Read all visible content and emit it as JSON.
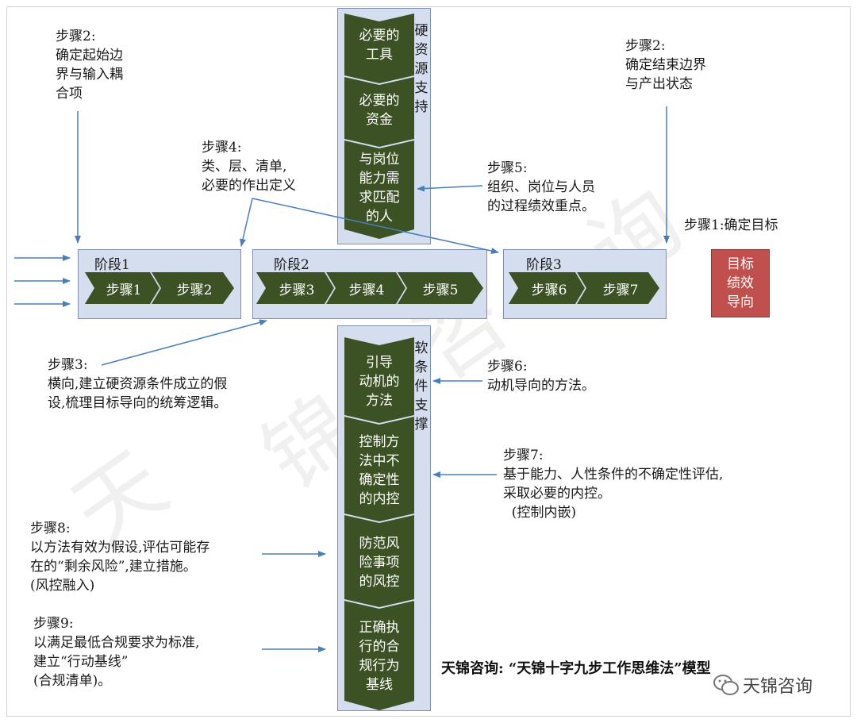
{
  "colors": {
    "panel": "#d4deee",
    "panel_border": "#7f8fb0",
    "chevron": "#3c5224",
    "goal": "#c0504d",
    "arrow": "#4a7ebb"
  },
  "top_panel": {
    "label": "硬资源支持",
    "items": [
      "必要的\n工具",
      "必要的\n资金",
      "与岗位\n能力需\n求匹配\n的人"
    ]
  },
  "bottom_panel": {
    "label": "软条件支撑",
    "items": [
      "引导\n动机的\n方法",
      "控制方\n法中不\n确定性\n的内控",
      "防范风\n险事项\n的风控",
      "正确执\n行的合\n规行为\n基线"
    ]
  },
  "stages": [
    {
      "title": "阶段1",
      "steps": [
        "步骤1",
        "步骤2"
      ]
    },
    {
      "title": "阶段2",
      "steps": [
        "步骤3",
        "步骤4",
        "步骤5"
      ]
    },
    {
      "title": "阶段3",
      "steps": [
        "步骤6",
        "步骤7"
      ]
    }
  ],
  "goal_box": "目标\n绩效\n导向",
  "notes": {
    "step2_start": "步骤2:\n确定起始边\n界与输入耦\n合项",
    "step2_end": "步骤2:\n确定结束边界\n与产出状态",
    "step4": "步骤4:\n类、层、清单,\n必要的作出定义",
    "step5": "步骤5:\n组织、岗位与人员\n的过程绩效重点。",
    "step1": "步骤1:确定目标",
    "step3": "步骤3:\n横向,建立硬资源条件成立的假\n设,梳理目标导向的统筹逻辑。",
    "step6": "步骤6:\n动机导向的方法。",
    "step7": "步骤7:\n基于能力、人性条件的不确定性评估,\n采取必要的内控。\n  (控制内嵌)",
    "step8": "步骤8:\n以方法有效为假设,评估可能存\n在的“剩余风险”,建立措施。\n(风控融入)",
    "step9": "步骤9:\n以满足最低合规要求为标准,\n建立“行动基线”\n(合规清单)。"
  },
  "caption": "天锦咨询: “天锦十字九步工作思维法”模型",
  "logo_text": "天锦咨询"
}
